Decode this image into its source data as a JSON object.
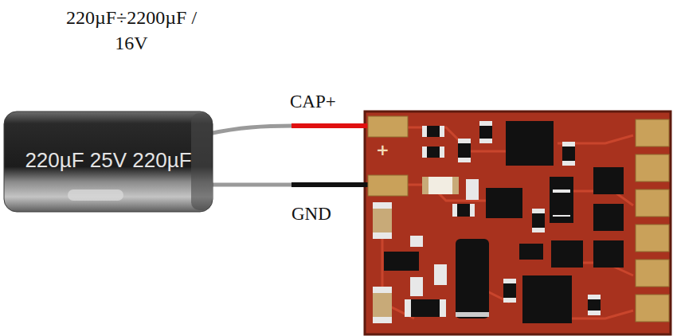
{
  "diagram": {
    "title": "220µF÷2200µF / 16V",
    "labels": [
      "CAP+",
      "GND",
      "220µF 25V 220µF",
      "+"
    ]
  }
}
